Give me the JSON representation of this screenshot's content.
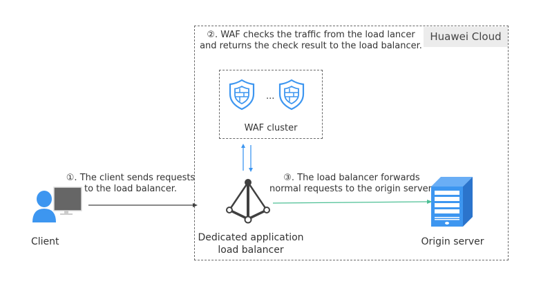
{
  "cloud": {
    "label": "Huawei Cloud"
  },
  "steps": {
    "step1": {
      "line1": "①. The client sends requests",
      "line2": "to the load balancer."
    },
    "step2": {
      "line1": "②. WAF checks the traffic from the load lancer",
      "line2": "and returns the check result to the load balancer."
    },
    "step3": {
      "line1": "③. The load balancer forwards",
      "line2": "normal requests to the origin server."
    }
  },
  "nodes": {
    "client": {
      "label": "Client",
      "icon": "user-computer-icon"
    },
    "waf_cluster": {
      "label": "WAF cluster",
      "ellipsis": "...",
      "icon": "shield-firewall-icon"
    },
    "load_balancer": {
      "line1": "Dedicated application",
      "line2": "load balancer",
      "icon": "load-balancer-icon"
    },
    "origin": {
      "label": "Origin server",
      "icon": "server-icon"
    }
  },
  "colors": {
    "accent_blue": "#3d96f0",
    "server_blue": "#2f80e0",
    "green_arrow": "#4cbf94",
    "dark": "#404040",
    "monitor_gray": "#666666"
  }
}
